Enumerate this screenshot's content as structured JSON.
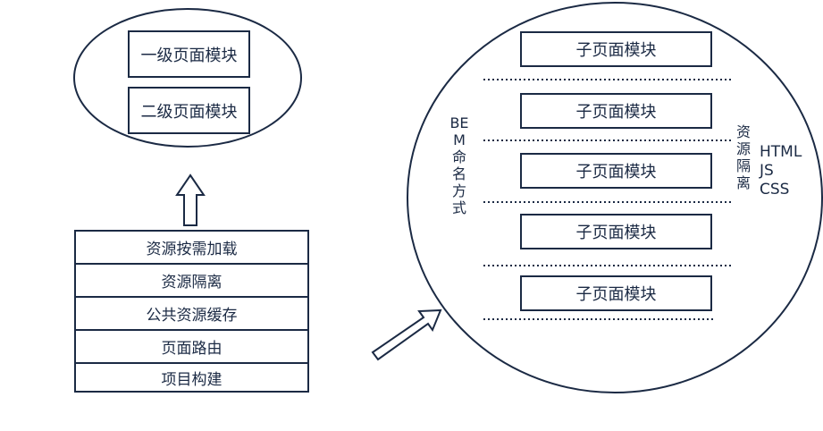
{
  "top_modules": [
    "一级页面模块",
    "二级页面模块"
  ],
  "stack_layers": [
    "资源按需加载",
    "资源隔离",
    "公共资源缓存",
    "页面路由",
    "项目构建"
  ],
  "sub_modules": [
    "子页面模块",
    "子页面模块",
    "子页面模块",
    "子页面模块",
    "子页面模块"
  ],
  "bem_label": "BEM命名方式",
  "isolation_label": "资源隔离",
  "tech_list": [
    "HTML",
    "JS",
    "CSS"
  ],
  "colors": {
    "stroke": "#1b2a44"
  }
}
